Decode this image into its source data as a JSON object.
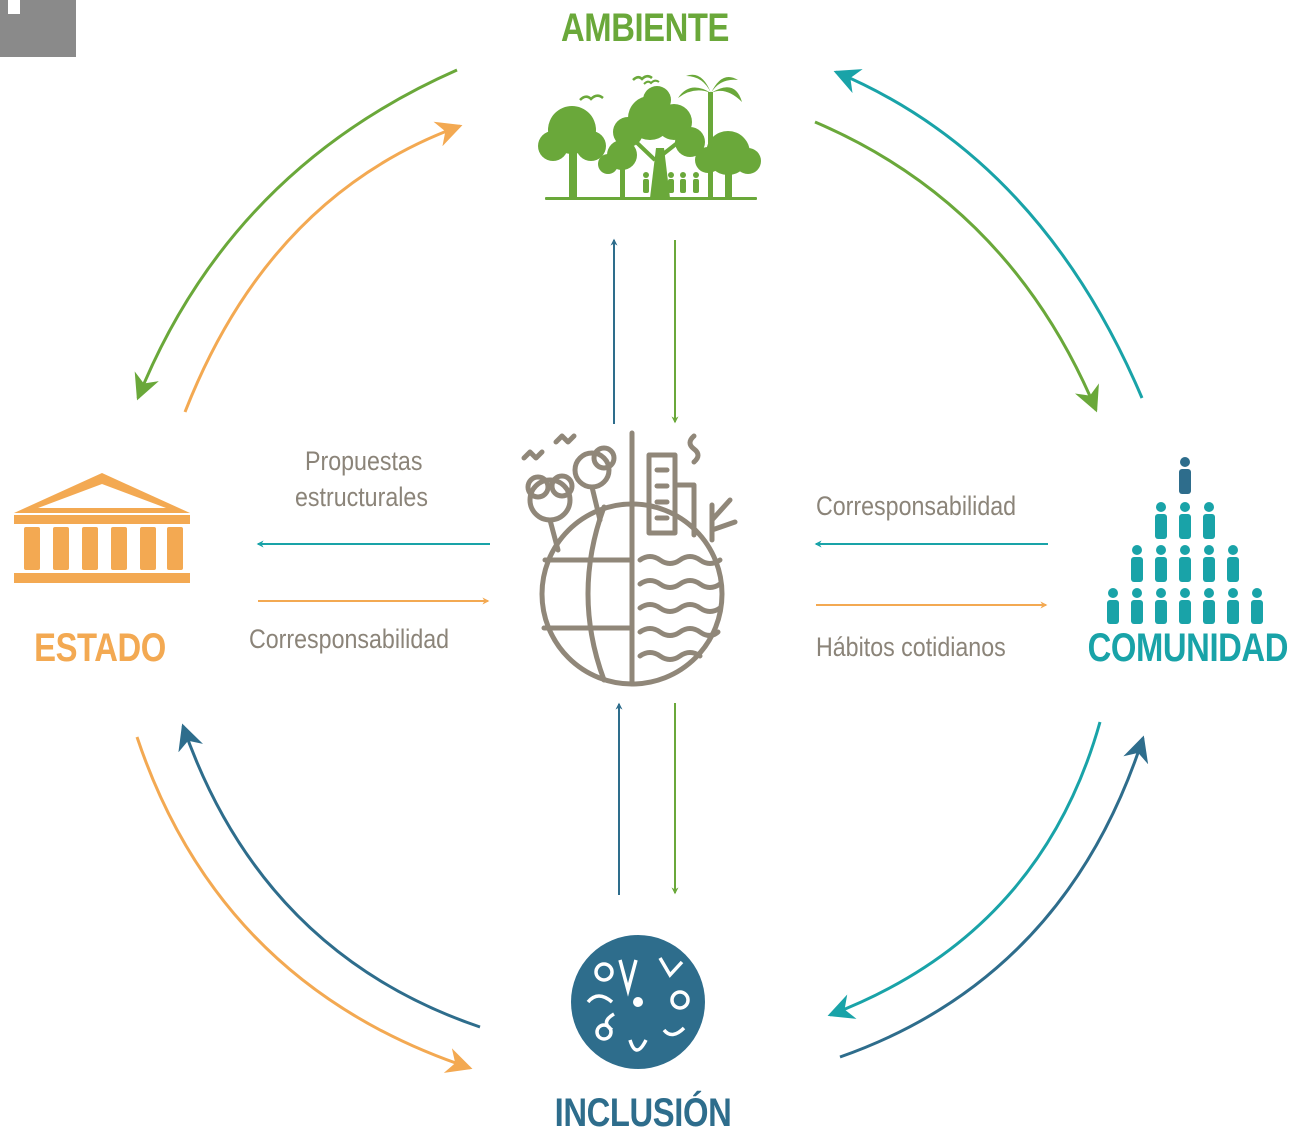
{
  "nodes": {
    "ambiente": {
      "title": "AMBIENTE",
      "color": "#6aa83a"
    },
    "estado": {
      "title": "ESTADO",
      "color": "#f3a952"
    },
    "comunidad": {
      "title": "COMUNIDAD",
      "color": "#19a3a8"
    },
    "inclusion": {
      "title": "INCLUSIÓN",
      "color": "#2e6d8c"
    }
  },
  "center": {
    "icon": "globe-city-nature-icon",
    "color": "#908779"
  },
  "links": {
    "estado_left_top": "Propuestas",
    "estado_left_bottom": "estructurales",
    "estado_right": "Corresponsabilidad",
    "comunidad_left": "Corresponsabilidad",
    "comunidad_right": "Hábitos cotidianos"
  },
  "colors": {
    "green": "#6aa83a",
    "orange": "#f3a952",
    "teal": "#19a3a8",
    "blue": "#2e6d8c",
    "label_gray": "#8b8479"
  }
}
